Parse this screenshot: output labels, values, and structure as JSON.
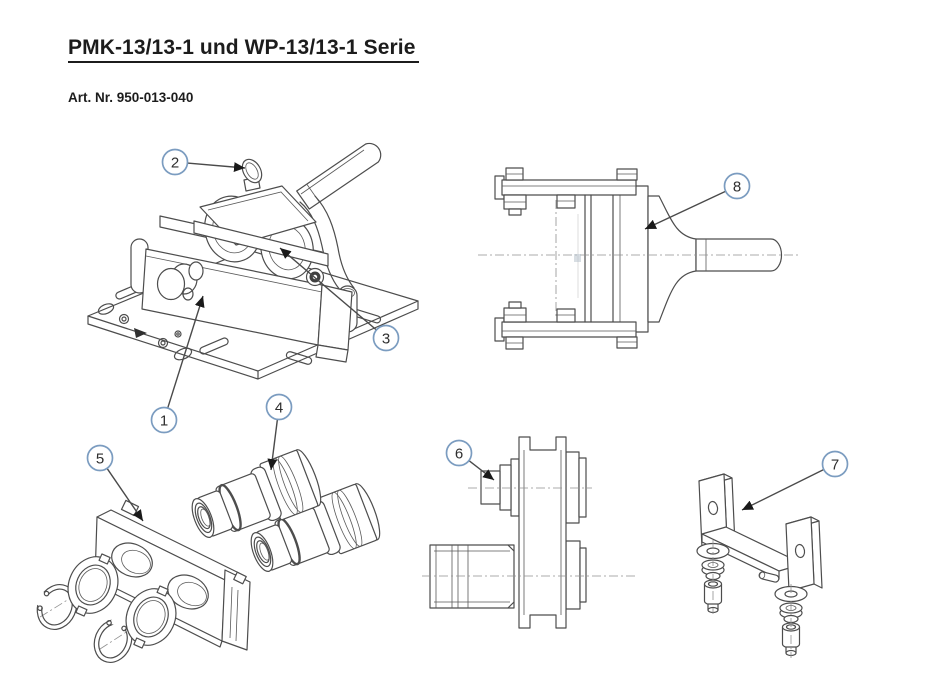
{
  "header": {
    "title": "PMK-13/13-1 und WP-13/13-1 Serie",
    "article_number": "Art. Nr. 950-013-040"
  },
  "callouts": [
    {
      "number": "1",
      "target": "assembly-housing"
    },
    {
      "number": "2",
      "target": "thumb-screw"
    },
    {
      "number": "3",
      "target": "roller-clamp-knob"
    },
    {
      "number": "4",
      "target": "punch-roller"
    },
    {
      "number": "5",
      "target": "die-plate"
    },
    {
      "number": "6",
      "target": "pivot-pin"
    },
    {
      "number": "7",
      "target": "u-bracket"
    },
    {
      "number": "8",
      "target": "hand-lever"
    }
  ],
  "figures": [
    {
      "name": "main-assembly",
      "callout_numbers": [
        "1",
        "2",
        "3"
      ]
    },
    {
      "name": "hand-lever-top-view",
      "callout_numbers": [
        "8"
      ]
    },
    {
      "name": "die-plate-exploded",
      "callout_numbers": [
        "4",
        "5"
      ]
    },
    {
      "name": "roller-side-view",
      "callout_numbers": [
        "6"
      ]
    },
    {
      "name": "bracket-exploded",
      "callout_numbers": [
        "7"
      ]
    }
  ],
  "colors": {
    "background": "#ffffff",
    "text": "#1c1c1c",
    "line_art": "#4d4d4d",
    "callout_ring": "#7b9cc0",
    "callout_number": "#2e2e2e",
    "arrow": "#1a1a1a"
  }
}
